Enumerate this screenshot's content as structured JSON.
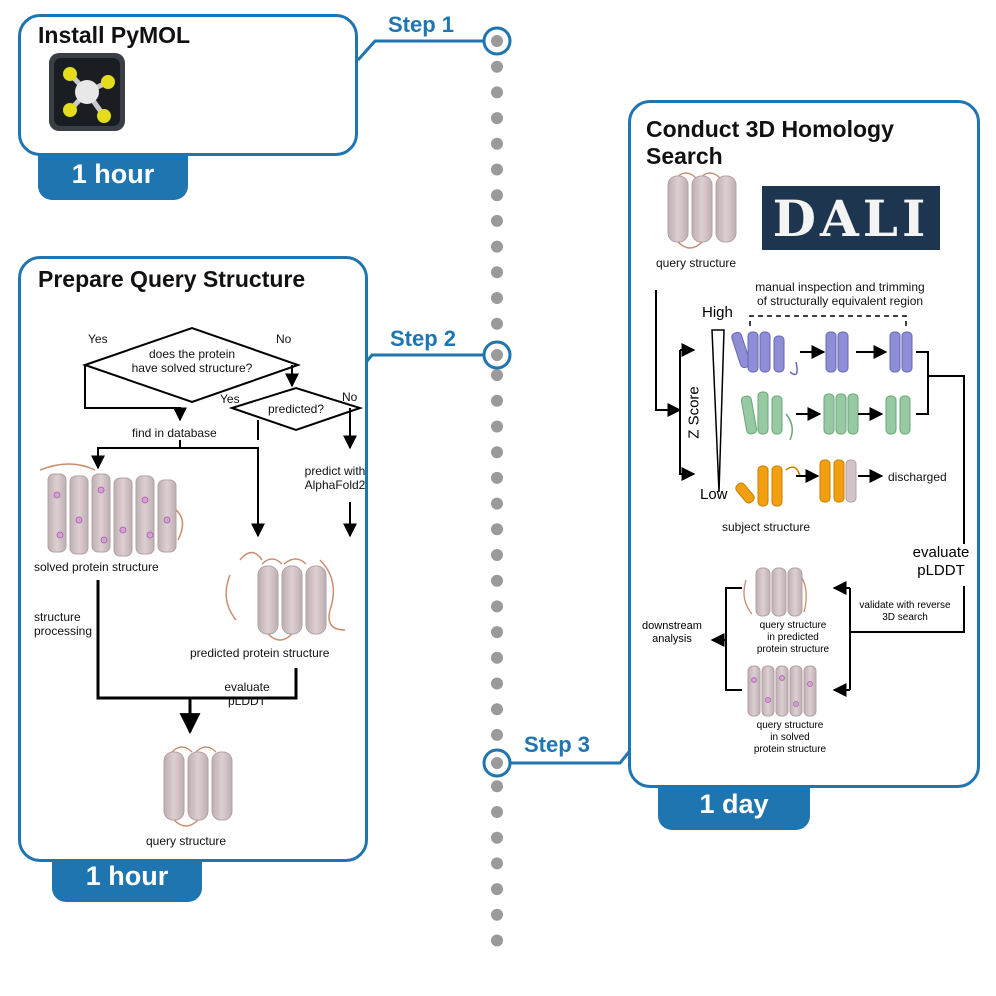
{
  "step1": {
    "step_label": "Step 1",
    "title": "Install PyMOL",
    "duration": "1 hour",
    "logo_icon": "pymol-logo-icon"
  },
  "step2": {
    "step_label": "Step 2",
    "title": "Prepare Query Structure",
    "duration": "1 hour",
    "flow": {
      "yes_left": "Yes",
      "no_top": "No",
      "decision1_line1": "does the protein",
      "decision1_line2": "have solved structure?",
      "yes_mid": "Yes",
      "no_right": "No",
      "decision2": "predicted?",
      "find_in_database": "find in database",
      "predict_line1": "predict with",
      "predict_line2": "AlphaFold2",
      "solved_protein_structure": "solved protein structure",
      "structure_processing_line1": "structure",
      "structure_processing_line2": "processing",
      "predicted_protein_structure": "predicted protein structure",
      "evaluate_line1": "evaluate",
      "evaluate_line2": "pLDDT",
      "query_structure": "query structure"
    }
  },
  "step3": {
    "step_label": "Step 3",
    "title_line1": "Conduct 3D Homology",
    "title_line2": "Search",
    "duration": "1 day",
    "dali_logo": "DALI",
    "flow": {
      "query_structure": "query structure",
      "manual_line1": "manual inspection and trimming",
      "manual_line2": "of structurally equivalent region",
      "high": "High",
      "low": "Low",
      "z_score": "Z Score",
      "discharged": "discharged",
      "subject_structure": "subject structure",
      "evaluate_line1": "evaluate",
      "evaluate_line2": "pLDDT",
      "validate_line1": "validate with reverse",
      "validate_line2": "3D search",
      "downstream_line1": "downstream",
      "downstream_line2": "analysis",
      "q_pred_line1": "query structure",
      "q_pred_line2": "in predicted",
      "q_pred_line3": "protein structure",
      "q_solved_line1": "query structure",
      "q_solved_line2": "in solved",
      "q_solved_line3": "protein structure"
    }
  },
  "colors": {
    "accent": "#1f75b0",
    "timeline_dot": "#9a9a9a",
    "helix_pink": "#d3c3c6",
    "helix_purple": "#8e8ed6",
    "helix_green": "#97c9a2",
    "helix_orange": "#f2a011",
    "dali_bg": "#1e3550"
  }
}
